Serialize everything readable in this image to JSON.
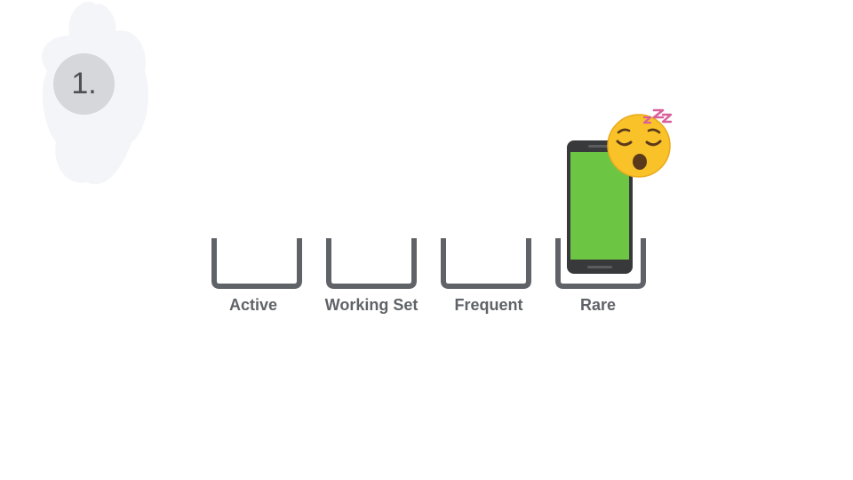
{
  "slide": {
    "step_number": "1.",
    "buckets": [
      {
        "label": "Active"
      },
      {
        "label": "Working Set"
      },
      {
        "label": "Frequent"
      },
      {
        "label": "Rare"
      }
    ],
    "current_bucket": "Rare",
    "icons": [
      "phone-icon",
      "sleeping-face-icon"
    ],
    "colors": {
      "bucket_stroke": "#5f6368",
      "phone_screen": "#6cc644",
      "phone_body": "#37393b",
      "badge_fill": "#d6d7da",
      "emoji_face": "#f9c228"
    }
  }
}
